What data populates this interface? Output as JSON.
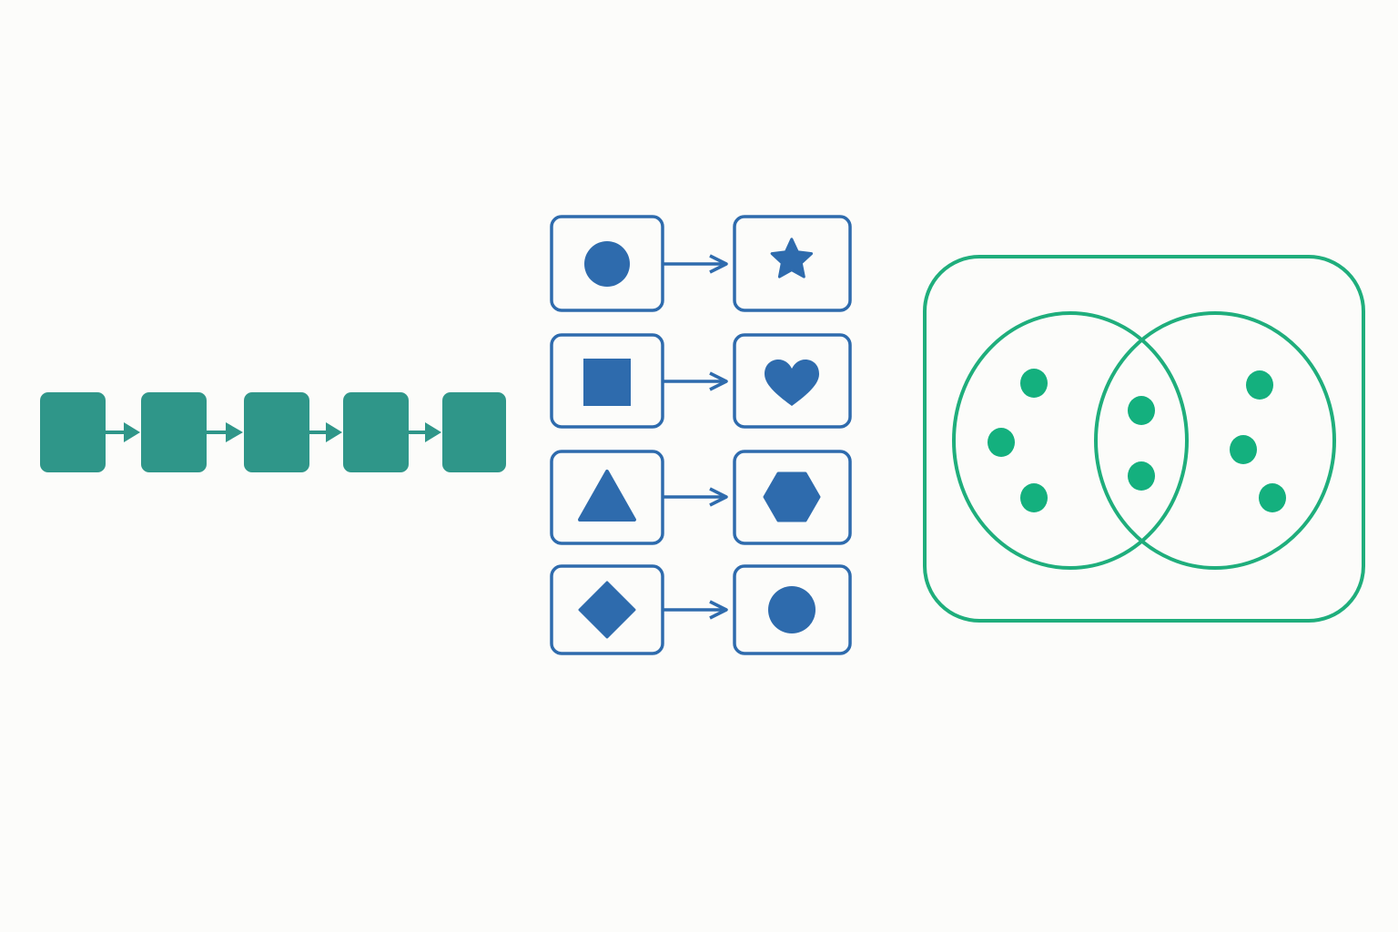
{
  "colors": {
    "background": "#fcfcfa",
    "chain_fill": "#2f9689",
    "chain_arrow": "#2f9689",
    "mapping_stroke": "#2e6bad",
    "mapping_fill": "#2e6bad",
    "set_stroke": "#1fae7c",
    "set_point": "#14b07e"
  },
  "chain": {
    "node_count": 5,
    "nodes": [
      "chain-node-1",
      "chain-node-2",
      "chain-node-3",
      "chain-node-4",
      "chain-node-5"
    ]
  },
  "mapping": {
    "pairs": [
      {
        "from_icon": "circle-icon",
        "to_icon": "star-icon"
      },
      {
        "from_icon": "square-icon",
        "to_icon": "heart-icon"
      },
      {
        "from_icon": "triangle-icon",
        "to_icon": "hexagon-icon"
      },
      {
        "from_icon": "diamond-icon",
        "to_icon": "circle-icon"
      }
    ]
  },
  "venn": {
    "set_count": 2,
    "left_only_points": 3,
    "intersection_points": 2,
    "right_only_points": 3
  }
}
